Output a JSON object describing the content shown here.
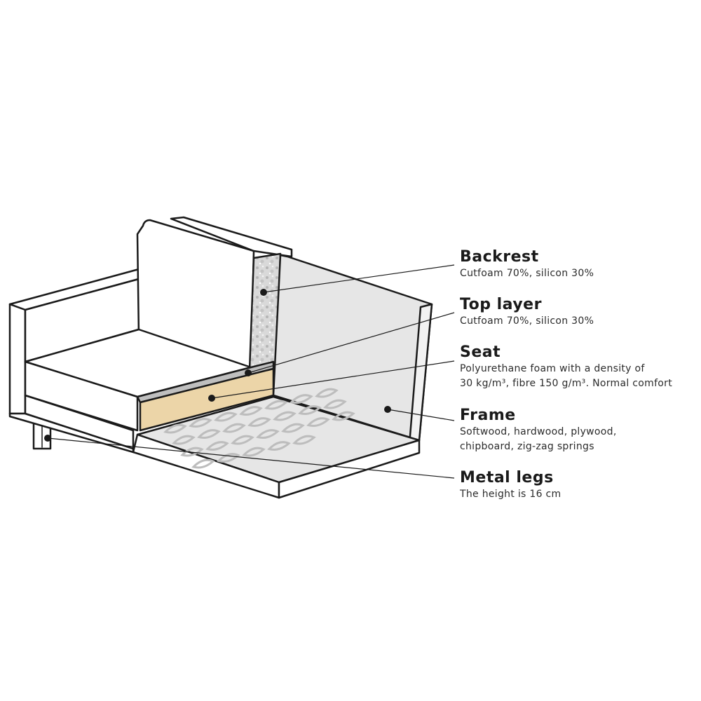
{
  "colors": {
    "outline": "#1a1a1a",
    "frame_fill": "#e6e6e6",
    "seat_foam": "#ecd5a8",
    "cushion": "#ffffff",
    "spring": "#bdbdbd",
    "backrest_texture": "#c8c8c8"
  },
  "labels": [
    {
      "id": "backrest",
      "title": "Backrest",
      "desc": "Cutfoam 70%, silicon 30%"
    },
    {
      "id": "top-layer",
      "title": "Top layer",
      "desc": "Cutfoam 70%, silicon 30%"
    },
    {
      "id": "seat",
      "title": "Seat",
      "desc": "Polyurethane foam with a density of\n30 kg/m³, fibre 150 g/m³. Normal comfort"
    },
    {
      "id": "frame",
      "title": "Frame",
      "desc": "Softwood, hardwood, plywood,\nchipboard, zig-zag springs"
    },
    {
      "id": "metal-legs",
      "title": "Metal legs",
      "desc": "The height is 16 cm"
    }
  ]
}
